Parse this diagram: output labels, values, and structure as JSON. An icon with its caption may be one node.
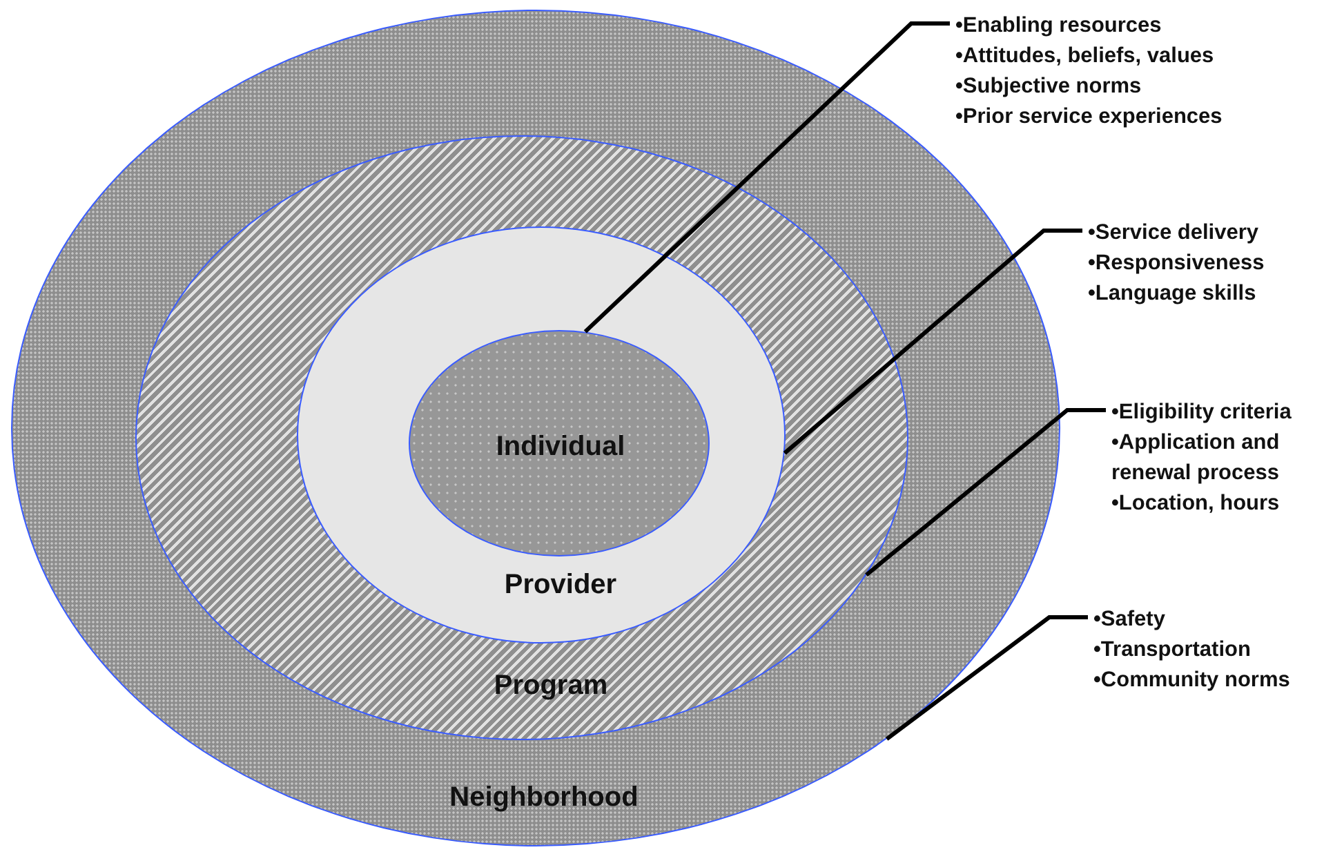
{
  "diagram": {
    "nodes": [
      {
        "text": [
          "Neighborhood"
        ]
      },
      {
        "text": [
          "Program"
        ],
        "in": 0
      },
      {
        "text": [
          "Provider"
        ],
        "in": 1
      },
      {
        "text": [
          "Individual"
        ],
        "in": 2
      },
      {
        "text": [
          "•Enabling resources",
          "•Attitudes, beliefs, values",
          "•Subjective norms",
          "•Prior service experiences"
        ]
      },
      {
        "text": [
          "•Service delivery",
          "•Responsiveness",
          "•Language skills"
        ]
      },
      {
        "text": [
          "•Eligibility criteria",
          "•Application and renewal process",
          "•Location, hours"
        ]
      },
      {
        "text": [
          "•Safety",
          "•Transportation",
          "•Community norms"
        ]
      }
    ],
    "edges": [
      {
        "from": 4,
        "to": 3,
        "arrow": "none"
      },
      {
        "from": 5,
        "to": 2,
        "arrow": "none"
      },
      {
        "from": 6,
        "to": 1,
        "arrow": "none"
      },
      {
        "from": 7,
        "to": 0,
        "arrow": "none"
      }
    ]
  }
}
